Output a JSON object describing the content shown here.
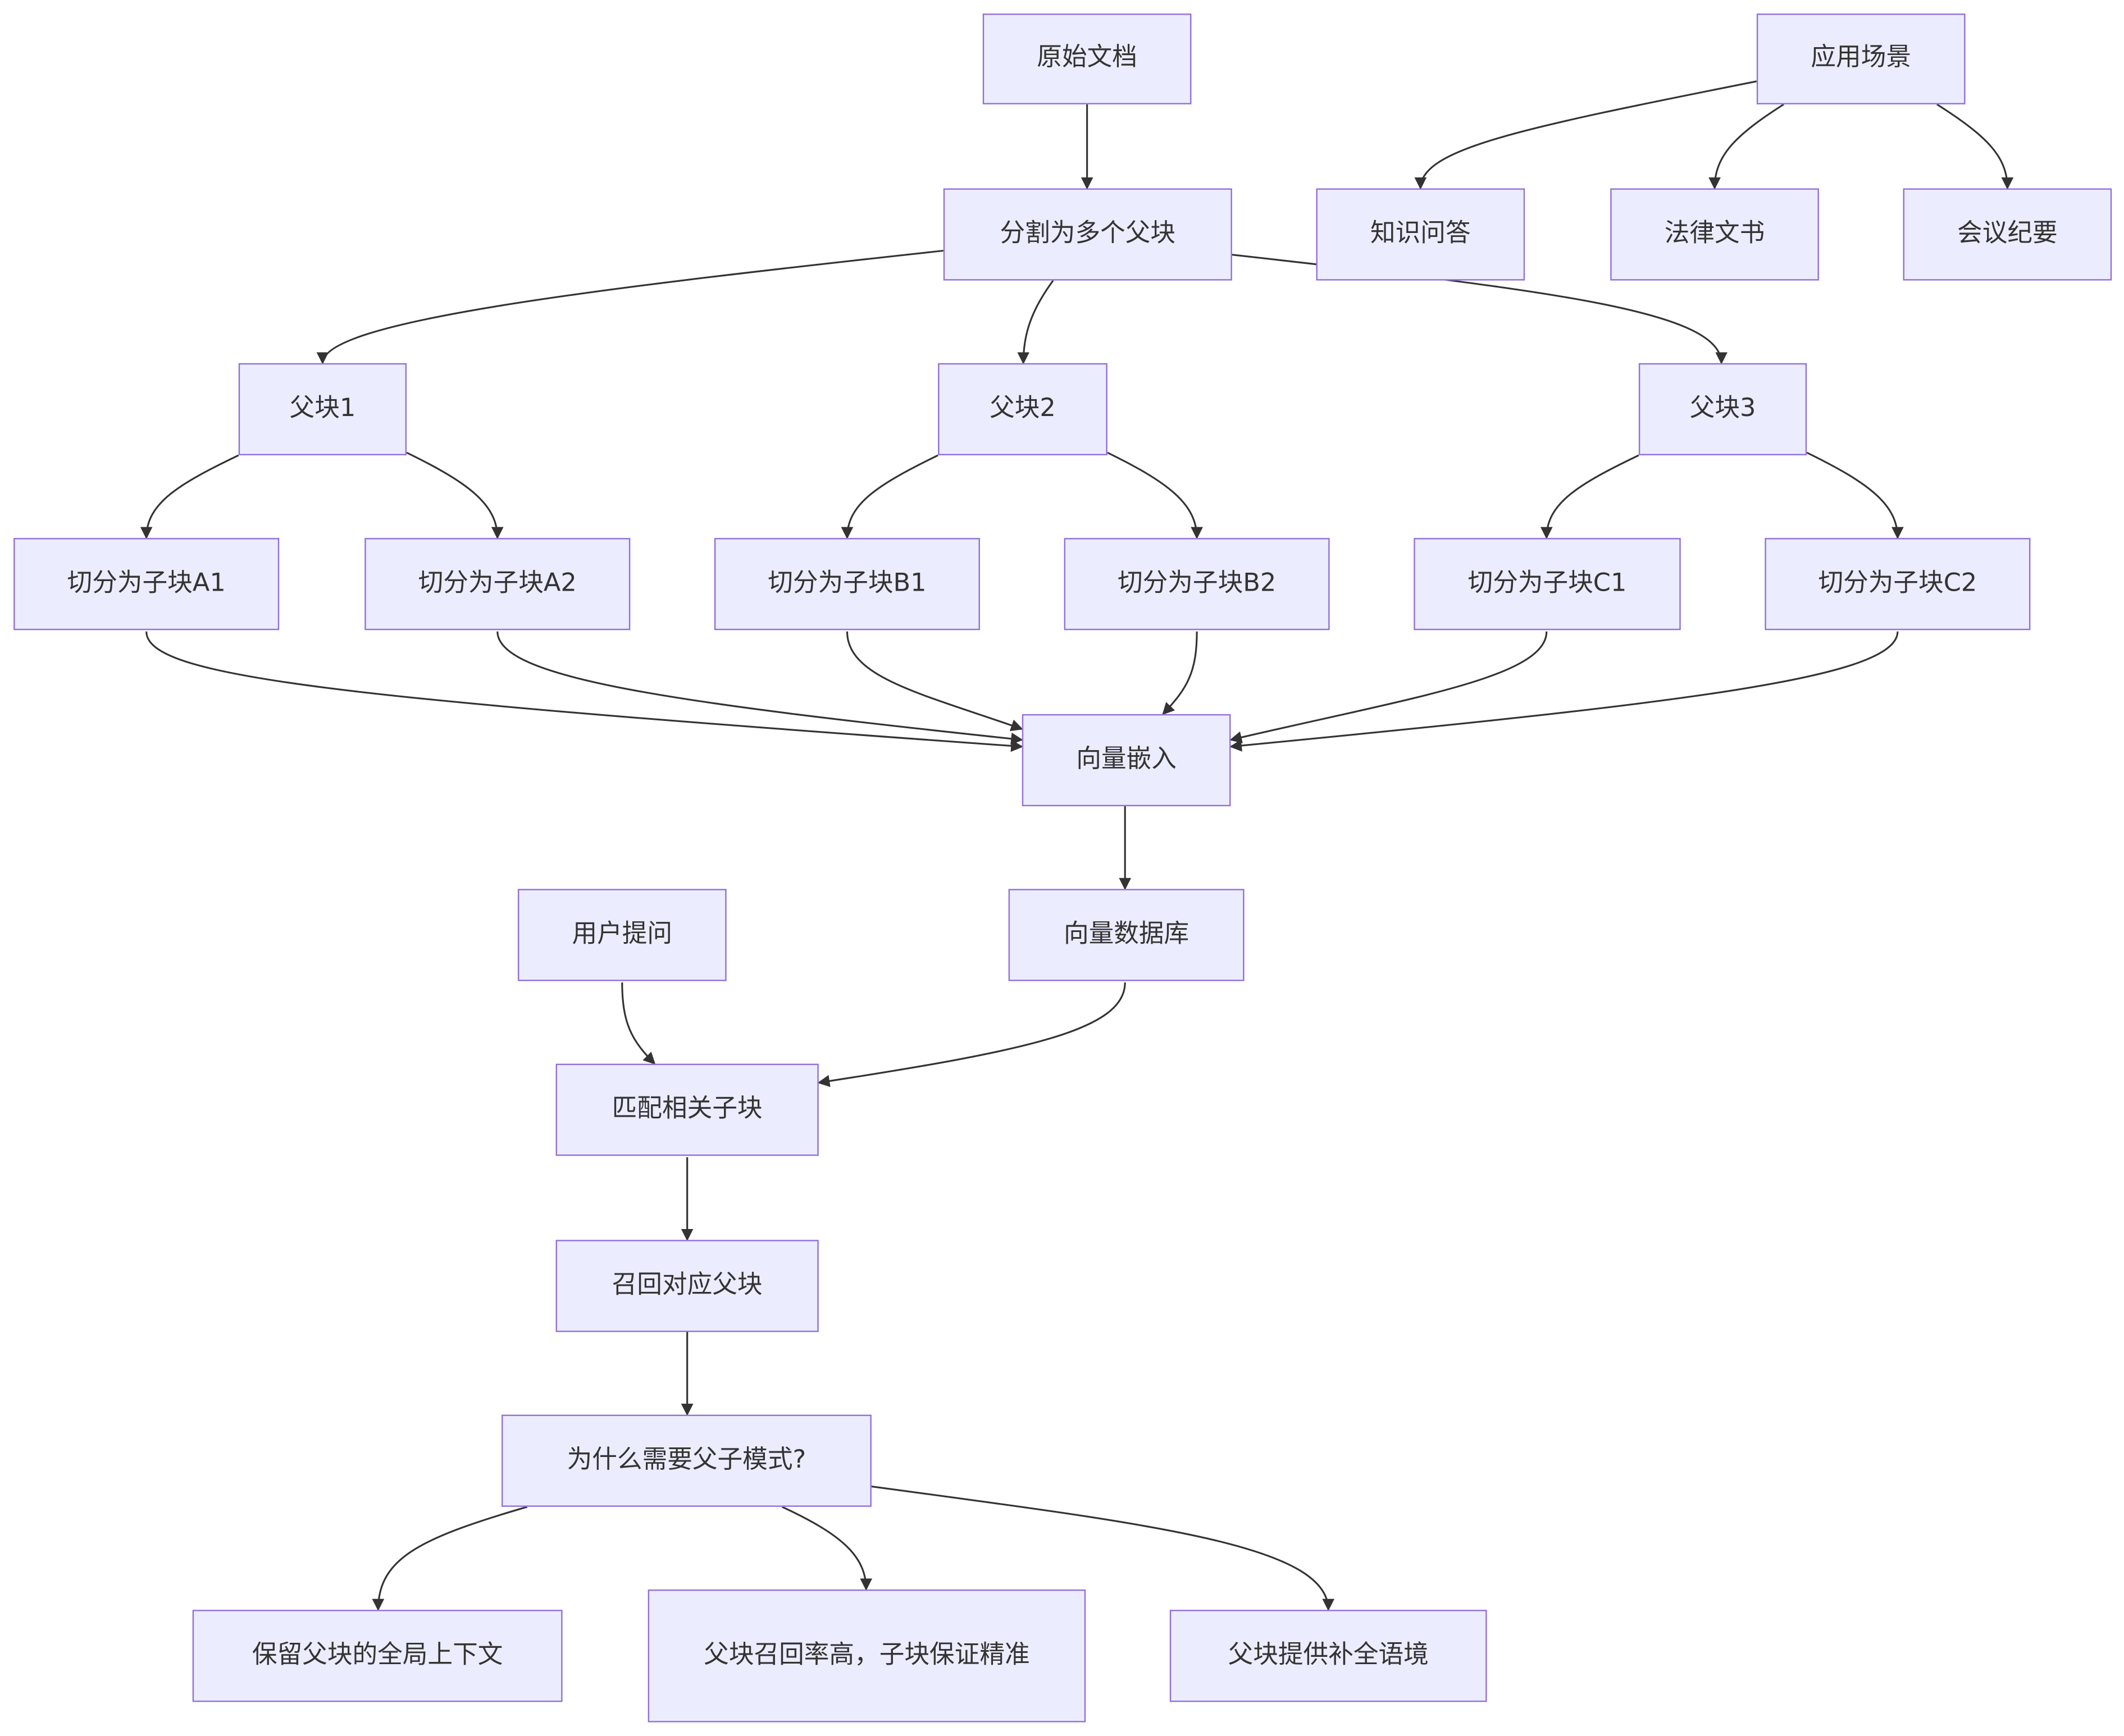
{
  "nodes": {
    "original_doc": "原始文档",
    "split_parents": "分割为多个父块",
    "parent1": "父块1",
    "parent2": "父块2",
    "parent3": "父块3",
    "child_a1": "切分为子块A1",
    "child_a2": "切分为子块A2",
    "child_b1": "切分为子块B1",
    "child_b2": "切分为子块B2",
    "child_c1": "切分为子块C1",
    "child_c2": "切分为子块C2",
    "vector_embed": "向量嵌入",
    "vector_db": "向量数据库",
    "user_query": "用户提问",
    "match_children": "匹配相关子块",
    "recall_parent": "召回对应父块",
    "why_parent_child": "为什么需要父子模式?",
    "keep_context": "保留父块的全局上下文",
    "recall_precision": "父块召回率高，子块保证精准",
    "complete_context": "父块提供补全语境",
    "scenarios": "应用场景",
    "knowledge_qa": "知识问答",
    "legal_docs": "法律文书",
    "meeting_minutes": "会议纪要"
  },
  "edges": [
    [
      "original_doc",
      "split_parents"
    ],
    [
      "split_parents",
      "parent1"
    ],
    [
      "split_parents",
      "parent2"
    ],
    [
      "split_parents",
      "parent3"
    ],
    [
      "parent1",
      "child_a1"
    ],
    [
      "parent1",
      "child_a2"
    ],
    [
      "parent2",
      "child_b1"
    ],
    [
      "parent2",
      "child_b2"
    ],
    [
      "parent3",
      "child_c1"
    ],
    [
      "parent3",
      "child_c2"
    ],
    [
      "child_a1",
      "vector_embed"
    ],
    [
      "child_a2",
      "vector_embed"
    ],
    [
      "child_b1",
      "vector_embed"
    ],
    [
      "child_b2",
      "vector_embed"
    ],
    [
      "child_c1",
      "vector_embed"
    ],
    [
      "child_c2",
      "vector_embed"
    ],
    [
      "vector_embed",
      "vector_db"
    ],
    [
      "user_query",
      "match_children"
    ],
    [
      "vector_db",
      "match_children"
    ],
    [
      "match_children",
      "recall_parent"
    ],
    [
      "recall_parent",
      "why_parent_child"
    ],
    [
      "why_parent_child",
      "keep_context"
    ],
    [
      "why_parent_child",
      "recall_precision"
    ],
    [
      "why_parent_child",
      "complete_context"
    ],
    [
      "scenarios",
      "knowledge_qa"
    ],
    [
      "scenarios",
      "legal_docs"
    ],
    [
      "scenarios",
      "meeting_minutes"
    ]
  ],
  "colors": {
    "node_fill": "#ececff",
    "node_border": "#9370db",
    "edge": "#333333",
    "text": "#333333"
  }
}
